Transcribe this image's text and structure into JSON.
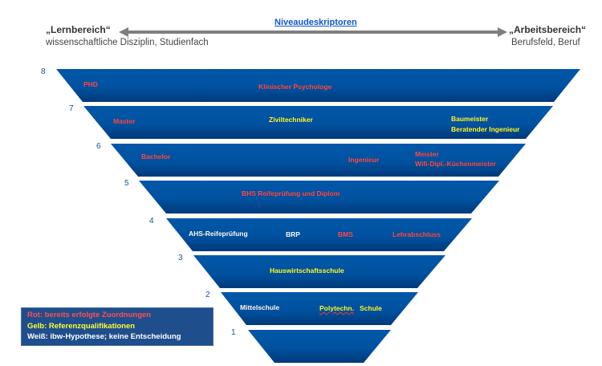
{
  "header": {
    "title": "Niveaudeskriptoren",
    "left_title": "„Lernbereich“",
    "left_subtitle": "wissenschaftliche Disziplin, Studienfach",
    "right_title": "„Arbeitsbereich“",
    "right_subtitle": "Berufsfeld, Beruf"
  },
  "colors": {
    "band": "#0055a5",
    "red": "#ff5050",
    "yellow": "#ffff33",
    "white": "#ffffff",
    "legend_bg": "#1f4e8c"
  },
  "levels": [
    {
      "number": "8",
      "labels": [
        "PHD",
        "Klinischer Psychologe"
      ]
    },
    {
      "number": "7",
      "labels": [
        "Master",
        "Ziviltechniker",
        "Baumeister",
        "Beratender Ingenieur"
      ]
    },
    {
      "number": "6",
      "labels": [
        "Bachelor",
        "Ingenieur",
        "Meister",
        "Wifi-Dipl.-Küchenmeister"
      ]
    },
    {
      "number": "5",
      "labels": [
        "BHS Reifeprüfung und Diplom"
      ]
    },
    {
      "number": "4",
      "labels": [
        "AHS-Reifeprüfung",
        "BRP",
        "BMS",
        "Lehrabschluss"
      ]
    },
    {
      "number": "3",
      "labels": [
        "Hauswirtschaftsschule"
      ]
    },
    {
      "number": "2",
      "labels": [
        "Mittelschule",
        "Polytechn.",
        "Schule"
      ]
    },
    {
      "number": "1",
      "labels": []
    }
  ],
  "legend": {
    "red": "Rot: bereits erfolgte Zuordnungen",
    "yellow": "Gelb: Referenzqualifikationen",
    "white": "Weiß: ibw-Hypothese; keine  Entscheidung"
  }
}
